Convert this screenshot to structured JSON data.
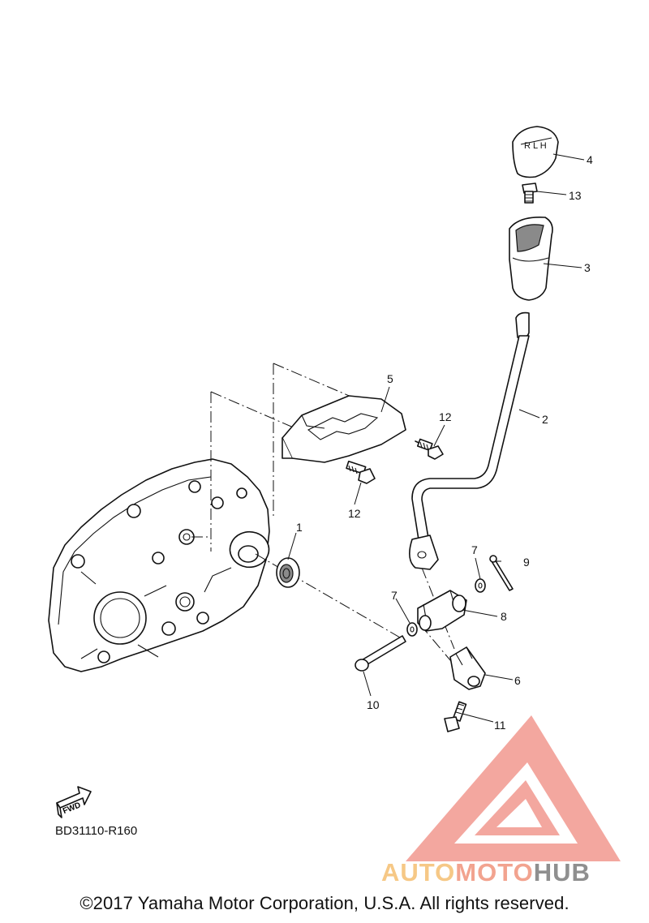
{
  "diagram": {
    "callouts": [
      {
        "id": "1",
        "label": "1"
      },
      {
        "id": "2",
        "label": "2"
      },
      {
        "id": "3",
        "label": "3"
      },
      {
        "id": "4",
        "label": "4"
      },
      {
        "id": "5",
        "label": "5"
      },
      {
        "id": "6",
        "label": "6"
      },
      {
        "id": "7a",
        "label": "7"
      },
      {
        "id": "7b",
        "label": "7"
      },
      {
        "id": "8",
        "label": "8"
      },
      {
        "id": "9",
        "label": "9"
      },
      {
        "id": "10",
        "label": "10"
      },
      {
        "id": "11",
        "label": "11"
      },
      {
        "id": "12a",
        "label": "12"
      },
      {
        "id": "12b",
        "label": "12"
      },
      {
        "id": "13",
        "label": "13"
      }
    ],
    "fwd_label": "FWD",
    "diagram_code": "BD31110-R160",
    "copyright": "©2017 Yamaha Motor Corporation, U.S.A. All rights reserved.",
    "watermark": {
      "part1": "AUTO",
      "part2": "MOTO",
      "part3": "HUB",
      "colors": {
        "auto": "#f6c886",
        "moto": "#f2a38f",
        "hub": "#8f8f8f",
        "logo": "#f08a80"
      }
    }
  }
}
